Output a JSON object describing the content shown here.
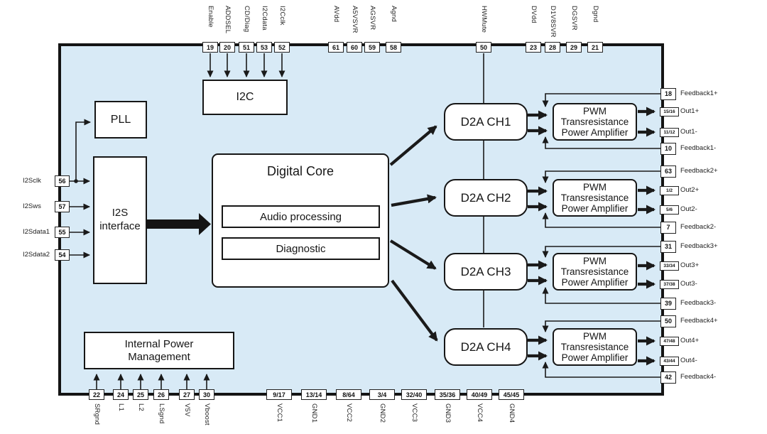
{
  "diagram": {
    "colors": {
      "chip_fill": "#d8eaf6",
      "line": "#1a1a1a",
      "block_fill": "#ffffff"
    },
    "blocks": {
      "pll": "PLL",
      "i2c": "I2C",
      "i2s": "I2S interface",
      "digital_core": "Digital Core",
      "audio_processing": "Audio processing",
      "diagnostic": "Diagnostic",
      "internal_power": "Internal Power Management",
      "pwm": [
        "PWM",
        "Transresistance",
        "Power Amplifier"
      ],
      "d2a": [
        "D2A CH1",
        "D2A CH2",
        "D2A CH3",
        "D2A CH4"
      ]
    },
    "pins": {
      "top": [
        {
          "number": "19",
          "label": "Enable"
        },
        {
          "number": "20",
          "label": "ADDSEL"
        },
        {
          "number": "51",
          "label": "CD/Diag"
        },
        {
          "number": "53",
          "label": "I2Cdata"
        },
        {
          "number": "52",
          "label": "I2Cclk"
        },
        {
          "number": "61",
          "label": "AVdd"
        },
        {
          "number": "60",
          "label": "A5VSVR"
        },
        {
          "number": "59",
          "label": "AGSVR"
        },
        {
          "number": "58",
          "label": "Agnd"
        },
        {
          "number": "50",
          "label": "HWMute"
        },
        {
          "number": "23",
          "label": "DVdd"
        },
        {
          "number": "28",
          "label": "D1V8SVR"
        },
        {
          "number": "29",
          "label": "DGSVR"
        },
        {
          "number": "21",
          "label": "Dgnd"
        }
      ],
      "bottom": [
        {
          "number": "22",
          "label": "SRgnd"
        },
        {
          "number": "24",
          "label": "L1"
        },
        {
          "number": "25",
          "label": "L2"
        },
        {
          "number": "26",
          "label": "LSgnd"
        },
        {
          "number": "27",
          "label": "V5V"
        },
        {
          "number": "30",
          "label": "Vboost"
        },
        {
          "number": "9/17",
          "label": "VCC1"
        },
        {
          "number": "13/14",
          "label": "GND1"
        },
        {
          "number": "8/64",
          "label": "VCC2"
        },
        {
          "number": "3/4",
          "label": "GND2"
        },
        {
          "number": "32/40",
          "label": "VCC3"
        },
        {
          "number": "35/36",
          "label": "GND3"
        },
        {
          "number": "40/49",
          "label": "VCC4"
        },
        {
          "number": "45/45",
          "label": "GND4"
        }
      ],
      "left": [
        {
          "number": "56",
          "label": "I2Sclk"
        },
        {
          "number": "57",
          "label": "I2Sws"
        },
        {
          "number": "55",
          "label": "I2Sdata1"
        },
        {
          "number": "54",
          "label": "I2Sdata2"
        }
      ],
      "right": [
        {
          "number": "18",
          "label": "Feedback1+"
        },
        {
          "number": "15/16",
          "label": "Out1+"
        },
        {
          "number": "11/12",
          "label": "Out1-"
        },
        {
          "number": "10",
          "label": "Feedback1-"
        },
        {
          "number": "63",
          "label": "Feedback2+"
        },
        {
          "number": "1/2",
          "label": "Out2+"
        },
        {
          "number": "5/6",
          "label": "Out2-"
        },
        {
          "number": "7",
          "label": "Feedback2-"
        },
        {
          "number": "31",
          "label": "Feedback3+"
        },
        {
          "number": "33/34",
          "label": "Out3+"
        },
        {
          "number": "37/38",
          "label": "Out3-"
        },
        {
          "number": "39",
          "label": "Feedback3-"
        },
        {
          "number": "50",
          "label": "Feedback4+"
        },
        {
          "number": "47/48",
          "label": "Out4+"
        },
        {
          "number": "43/44",
          "label": "Out4-"
        },
        {
          "number": "42",
          "label": "Feedback4-"
        }
      ]
    }
  }
}
